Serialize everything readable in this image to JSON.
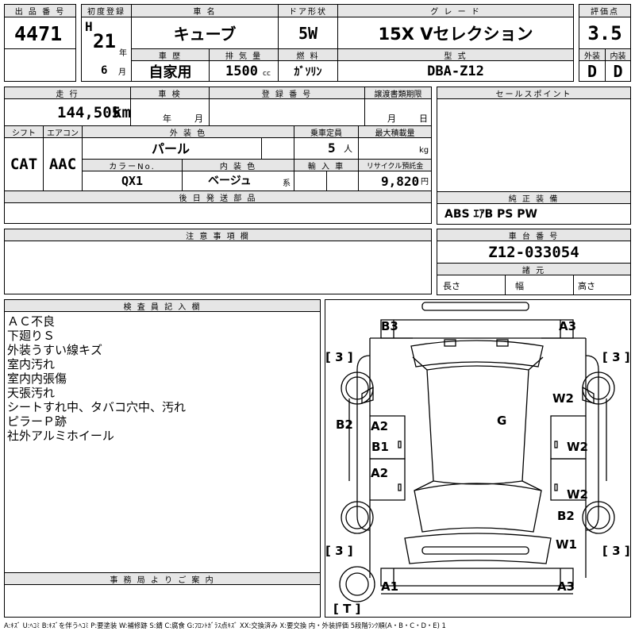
{
  "header": {
    "lot_label": "出 品 番 号",
    "lot_number": "4471",
    "first_reg_label": "初度登録",
    "era": "H",
    "year": "21",
    "year_unit": "年",
    "month": "6",
    "month_unit": "月",
    "car_name_label": "車 名",
    "car_name": "キューブ",
    "door_label": "ドア形状",
    "door": "5W",
    "grade_label": "グ レ ー ド",
    "grade": "15X Vセレクション",
    "score_label": "評価点",
    "score": "3.5",
    "history_label": "車 歴",
    "history": "自家用",
    "displacement_label": "排 気 量",
    "displacement": "1500",
    "displacement_unit": "cc",
    "fuel_label": "燃 料",
    "fuel": "ｶﾞｿﾘﾝ",
    "model_label": "型 式",
    "model": "DBA-Z12",
    "exterior_label": "外装",
    "exterior": "D",
    "interior_label": "内装",
    "interior": "D"
  },
  "specs": {
    "mileage_label": "走 行",
    "mileage": "144,505",
    "mileage_unit": "km",
    "inspection_label": "車 検",
    "inspection_year_unit": "年",
    "inspection_month_unit": "月",
    "registration_label": "登 録 番 号",
    "transfer_label": "譲渡書類期限",
    "transfer_month_unit": "月",
    "transfer_day_unit": "日",
    "shift_label": "シフト",
    "shift": "CAT",
    "ac_label": "エアコン",
    "ac": "AAC",
    "color_label": "外 装 色",
    "color": "パール",
    "capacity_label": "乗車定員",
    "capacity": "5",
    "capacity_unit": "人",
    "load_label": "最大積載量",
    "load_unit": "kg",
    "color_no_label": "カラーNo.",
    "color_no": "QX1",
    "interior_color_label": "内 装 色",
    "interior_color": "ベージュ",
    "interior_color_suffix": "系",
    "import_label": "輸 入 車",
    "recycle_label": "リサイクル預託金",
    "recycle": "9,820",
    "recycle_unit": "円",
    "later_parts_label": "後 日 発 送 部 品",
    "caution_label": "注 意 事 項 欄"
  },
  "sidebar": {
    "sales_points_label": "セールスポイント",
    "equipment_label": "純 正 装 備",
    "equipment": "ABS ｴｱB PS PW",
    "chassis_label": "車 台 番 号",
    "chassis": "Z12-033054",
    "dims_label": "諸 元",
    "length_label": "長さ",
    "width_label": "幅",
    "height_label": "高さ"
  },
  "inspector": {
    "label": "検 査 員 記 入 欄",
    "notes": [
      "ＡＣ不良",
      "下廻りＳ",
      "外装うすい線キズ",
      "室内汚れ",
      "室内内張傷",
      "天張汚れ",
      "シートすれ中、タバコ穴中、汚れ",
      "ピラーＰ跡",
      "社外アルミホイール"
    ]
  },
  "office": {
    "label": "事 務 局 よ り ご 案 内"
  },
  "diagram_marks": {
    "rear_left": "B3",
    "rear_right": "A3",
    "tire_rear_left": "[ 3 ]",
    "tire_rear_right": "[ 3 ]",
    "right_rear_quarter": "W2",
    "roof": "G",
    "left_rear_quarter": "B2",
    "left_rear_door": "A2",
    "left_sill": "B1",
    "left_front_door": "A2",
    "right_rear_door": "W2",
    "right_front_door": "W2",
    "right_front_fender": "B2",
    "right_front_corner": "W1",
    "tire_front_left": "[ 3 ]",
    "tire_front_right": "[ 3 ]",
    "front_left": "A1",
    "front_right": "A3",
    "spare": "[ T ]"
  },
  "legend": "A:ｷｽﾞ U:ﾍｺﾐ B:ｷｽﾞを伴うﾍｺﾐ P:要塗装 W:補修跡 S:錆 C:腐食 G:ﾌﾛﾝﾄｶﾞﾗｽ点ｷｽﾞ XX:交換済み X:要交換 内・外装評価 5段階ﾗﾝｸ順(A・B・C・D・E) 1"
}
